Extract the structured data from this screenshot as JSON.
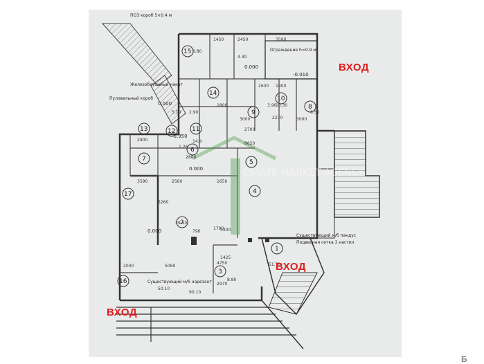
{
  "plan": {
    "entries": [
      "ВХОД",
      "ВХОД",
      "ВХОД"
    ],
    "annotations": {
      "vent_shaft": "ПО3 короб 5×0.4 м",
      "fence": "Ограждение h=0.9 м",
      "parts_box": "Пуловельный короб",
      "concrete_slab": "Железобетонный накат",
      "existing_stair": "Существующий м/б нарезант",
      "existing_platform": "Существующий м/б пандус",
      "canopy": "Подвесная сетка 3 настил"
    },
    "room_numbers": [
      "15",
      "14",
      "13",
      "12",
      "11",
      "10",
      "9",
      "8",
      "7",
      "6",
      "5",
      "4",
      "3",
      "2",
      "1",
      "16",
      "17"
    ],
    "levels": [
      "0.000",
      "-0.010",
      "-0.950",
      "0.000",
      "0.000",
      "0.000"
    ],
    "dimensions": [
      "1450",
      "2450",
      "3590",
      "3000",
      "2630",
      "1000",
      "1800",
      "2270",
      "3000",
      "2900",
      "2700",
      "8620",
      "2800",
      "1650",
      "3300",
      "2560",
      "3590",
      "5260",
      "5060",
      "2040",
      "2970",
      "1425",
      "4750",
      "1790",
      "790",
      "8.80",
      "3.90",
      "4.30",
      "10.30",
      "6.50",
      "39.50",
      "50.10",
      "90.10",
      "51.70",
      "14.9",
      "2.90",
      "5.10",
      "1.26",
      "8.80"
    ],
    "watermark": "ESTATE MARKET AGENCY"
  },
  "logo": "Б"
}
